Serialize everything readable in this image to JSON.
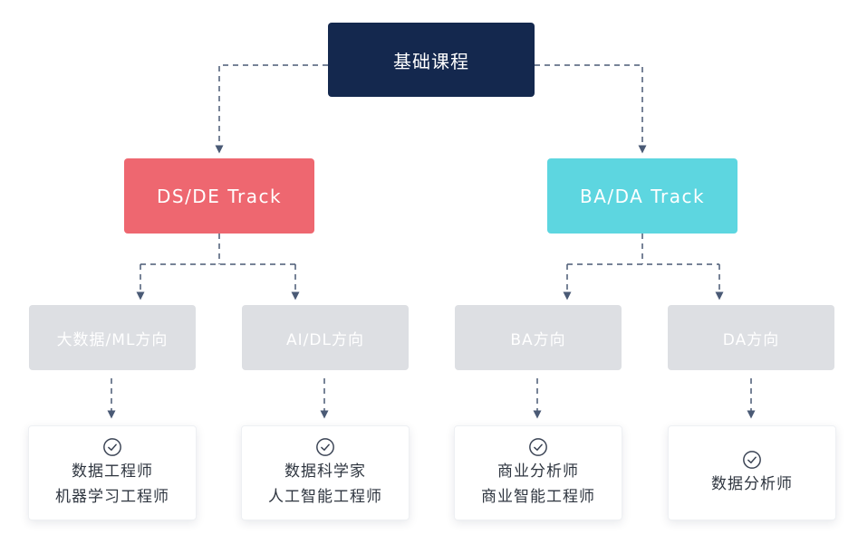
{
  "root": {
    "label": "基础课程"
  },
  "tracks": [
    {
      "label": "DS/DE Track",
      "color": "#ee6770"
    },
    {
      "label": "BA/DA Track",
      "color": "#5dd6e0"
    }
  ],
  "directions": [
    {
      "label": "大数据/ML方向"
    },
    {
      "label": "AI/DL方向"
    },
    {
      "label": "BA方向"
    },
    {
      "label": "DA方向"
    }
  ],
  "roles": [
    {
      "icon": "check-circle-icon",
      "lines": [
        "数据工程师",
        "机器学习工程师"
      ]
    },
    {
      "icon": "check-circle-icon",
      "lines": [
        "数据科学家",
        "人工智能工程师"
      ]
    },
    {
      "icon": "check-circle-icon",
      "lines": [
        "商业分析师",
        "商业智能工程师"
      ]
    },
    {
      "icon": "check-circle-icon",
      "lines": [
        "数据分析师"
      ]
    }
  ]
}
